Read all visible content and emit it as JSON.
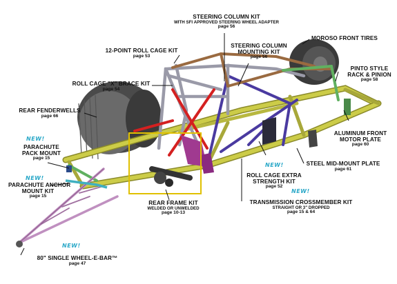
{
  "colors": {
    "frame_yellow": "#c8c84a",
    "roll_cage_gray": "#9a9aa8",
    "x_brace_red": "#d42020",
    "steering_brown": "#9a6a40",
    "crossmember_blue": "#4a3aa0",
    "fenderwell_purple": "#a03a90",
    "wheelie_bar_pink": "#d0a0d0",
    "accent_green": "#60b060",
    "new_badge": "#2aa8c8",
    "highlight_box": "#e0c000"
  },
  "labels": {
    "steering_column_kit": {
      "title": "STEERING COLUMN KIT",
      "sub": "WITH SFI APPROVED STEERING WHEEL ADAPTER",
      "page": "page 56"
    },
    "steering_column_mount": {
      "title1": "STEERING COLUMN",
      "title2": "MOUNTING KIT",
      "page": "page 56"
    },
    "moroso_front_tires": {
      "title": "MOROSO FRONT TIRES"
    },
    "roll_cage_12pt": {
      "title": "12-POINT ROLL CAGE KIT",
      "page": "page 53"
    },
    "pinto_rack": {
      "title1": "PINTO STYLE",
      "title2": "RACK & PINION",
      "page": "page 58"
    },
    "x_brace": {
      "title": "ROLL CAGE \"X\" BRACE KIT",
      "page": "page 54"
    },
    "rear_fenderwells": {
      "title": "REAR FENDERWELLS",
      "page": "page 66"
    },
    "front_motor_plate": {
      "title1": "ALUMINUM FRONT",
      "title2": "MOTOR PLATE",
      "page": "page 60"
    },
    "parachute_pack": {
      "title1": "PARACHUTE",
      "title2": "PACK MOUNT",
      "page": "page 15"
    },
    "mid_mount_plate": {
      "title": "STEEL MID-MOUNT PLATE",
      "page": "page 61"
    },
    "extra_strength": {
      "title1": "ROLL CAGE EXTRA",
      "title2": "STRENGTH KIT",
      "page": "page 52"
    },
    "parachute_anchor": {
      "title1": "PARACHUTE ANCHOR",
      "title2": "MOUNT KIT",
      "page": "page 15"
    },
    "transmission_cross": {
      "title": "TRANSMISSION CROSSMEMBER KIT",
      "sub": "STRAIGHT OR 3\" DROPPED",
      "page": "page 15 & 64"
    },
    "rear_frame": {
      "title": "REAR FRAME KIT",
      "sub": "WELDED OR UNWELDED",
      "page": "page 10-13"
    },
    "wheelie_bar": {
      "title": "80\" SINGLE WHEEL-E-BAR™",
      "page": "page 47"
    }
  },
  "new_badge_text": "NEW!"
}
